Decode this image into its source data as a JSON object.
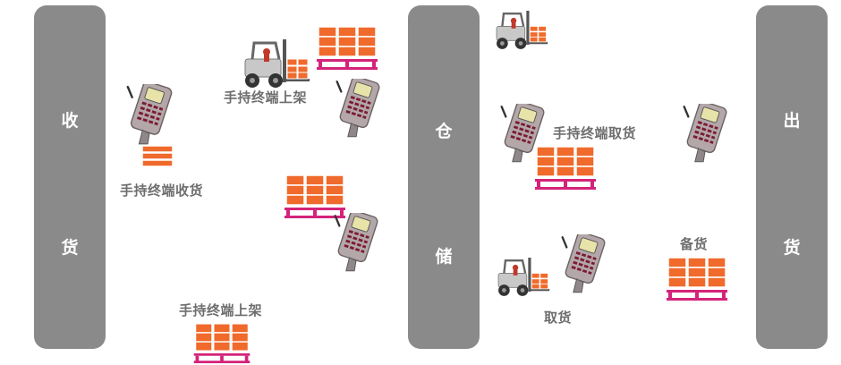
{
  "colors": {
    "column": "#8a8a8a",
    "box": "#f06a2c",
    "box_line": "#ffffff",
    "pallet": "#d4237a",
    "label": "#6e6e6e",
    "forklift": "#c8c8c8"
  },
  "columns": {
    "receiving": [
      "收",
      "货"
    ],
    "storage": [
      "仓",
      "储"
    ],
    "shipping": [
      "出",
      "货"
    ]
  },
  "labels": {
    "handheld_receive": "手持终端收货",
    "handheld_shelve_top": "手持终端上架",
    "handheld_shelve_bottom": "手持终端上架",
    "handheld_pick": "手持终端取货",
    "pick": "取货",
    "prepare": "备货"
  }
}
